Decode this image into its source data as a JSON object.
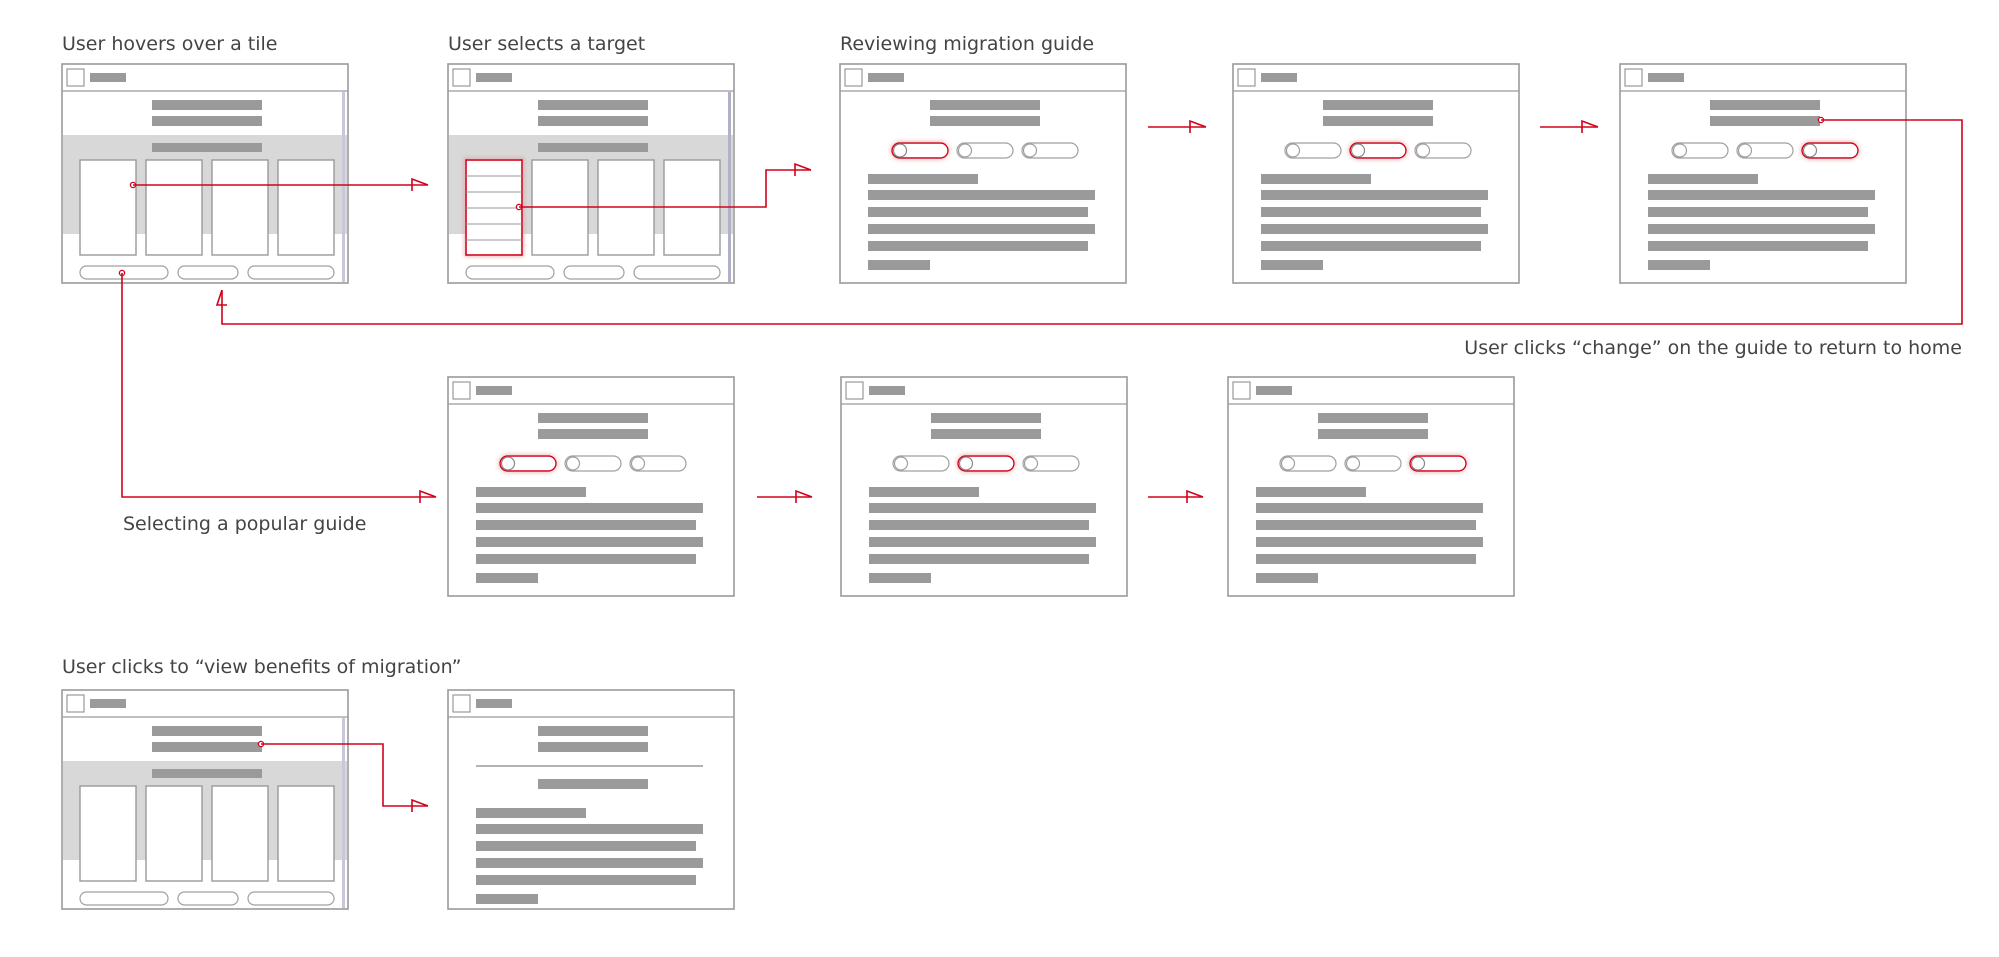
{
  "accent_color": "#d0021b",
  "wireframe_gray": "#9a9a9a",
  "labels": {
    "hover_tile": "User hovers over a tile",
    "select_target": "User selects a target",
    "reviewing_guide": "Reviewing migration guide",
    "change_return": "User clicks “change” on the guide to return to home",
    "popular_guide": "Selecting a popular guide",
    "view_benefits": "User clicks to “view benefits of migration”"
  },
  "screens": [
    {
      "name": "home-hover-screen",
      "kind": "home"
    },
    {
      "name": "home-target-selected-screen",
      "kind": "home-selected"
    },
    {
      "name": "guide-step-1-screen",
      "kind": "guide",
      "active_tab": 0
    },
    {
      "name": "guide-step-2-screen",
      "kind": "guide",
      "active_tab": 1
    },
    {
      "name": "guide-step-3-screen",
      "kind": "guide",
      "active_tab": 2
    },
    {
      "name": "popular-guide-step-1-screen",
      "kind": "guide",
      "active_tab": 0
    },
    {
      "name": "popular-guide-step-2-screen",
      "kind": "guide",
      "active_tab": 1
    },
    {
      "name": "popular-guide-step-3-screen",
      "kind": "guide",
      "active_tab": 2
    },
    {
      "name": "home-benefits-screen",
      "kind": "home"
    },
    {
      "name": "benefits-screen",
      "kind": "benefits"
    }
  ]
}
